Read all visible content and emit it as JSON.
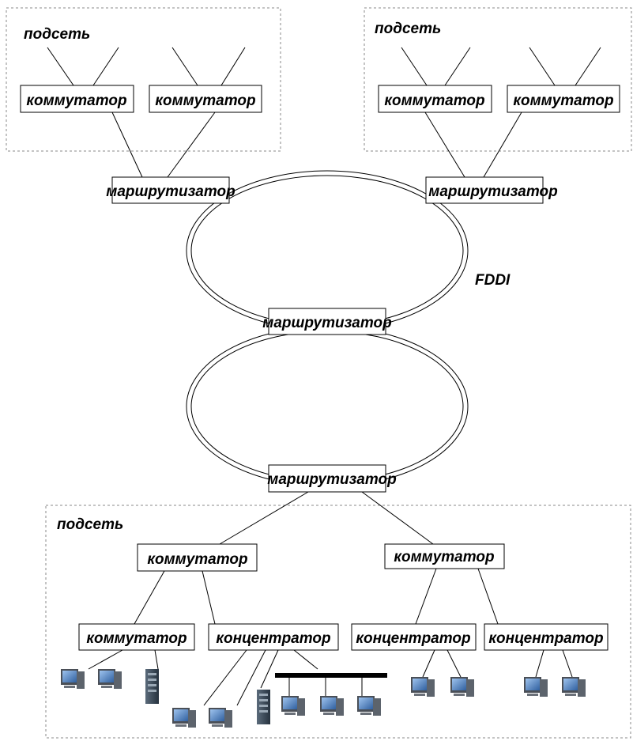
{
  "subnets": [
    {
      "label": "подсеть"
    },
    {
      "label": "подсеть"
    },
    {
      "label": "подсеть"
    }
  ],
  "switch_label": "коммутатор",
  "router_label": "маршрутизатор",
  "hub_label": "концентратор",
  "ring_label": "FDDI",
  "icons": [
    "workstation-icon",
    "server-icon",
    "bus-segment"
  ],
  "colors": {
    "line": "#000000",
    "dashed_border": "#8a8a8a",
    "monitor_screen": "#3f6fb0",
    "server_body": "#3a4a5a"
  }
}
